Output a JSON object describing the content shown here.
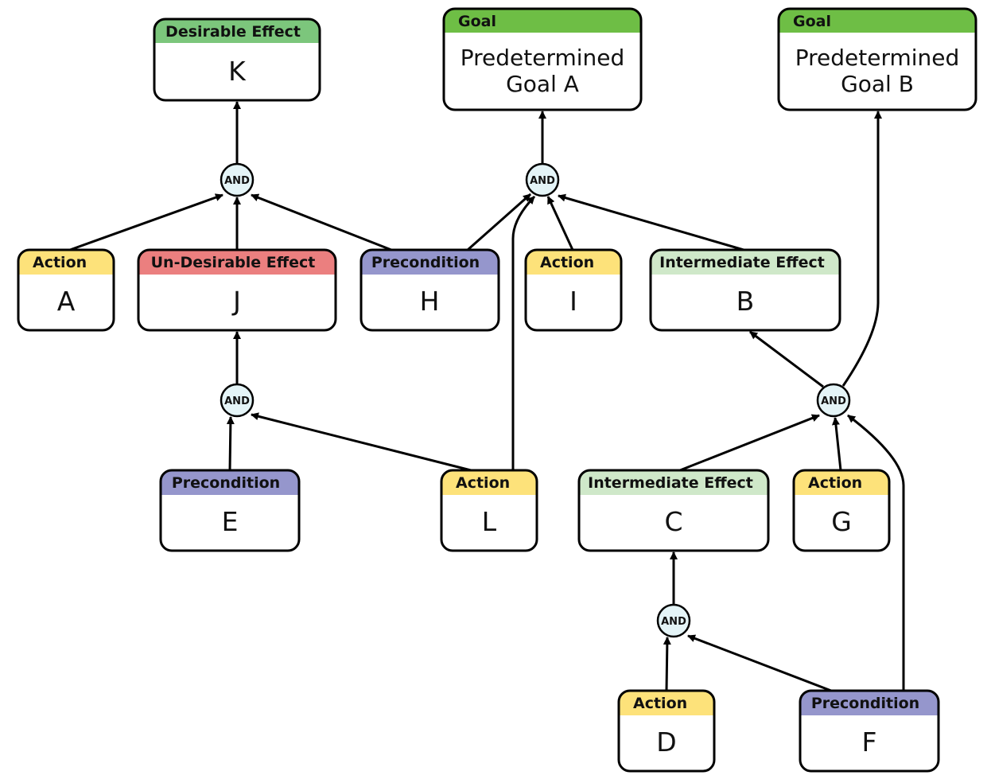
{
  "and_label": "AND",
  "colors": {
    "action": "#fde27a",
    "undesirable": "#eb7f7f",
    "precondition": "#9596cc",
    "intermediate": "#cfe8c9",
    "desirable": "#7cc67c",
    "goal": "#6ebe45",
    "and_fill": "#e4f4f7"
  },
  "nodes": {
    "K": {
      "type": "Desirable Effect",
      "label": "K"
    },
    "GA": {
      "type": "Goal",
      "label_lines": [
        "Predetermined",
        "Goal A"
      ]
    },
    "GB": {
      "type": "Goal",
      "label_lines": [
        "Predetermined",
        "Goal B"
      ]
    },
    "A": {
      "type": "Action",
      "label": "A"
    },
    "J": {
      "type": "Un-Desirable Effect",
      "label": "J"
    },
    "H": {
      "type": "Precondition",
      "label": "H"
    },
    "I": {
      "type": "Action",
      "label": "I"
    },
    "B": {
      "type": "Intermediate Effect",
      "label": "B"
    },
    "E": {
      "type": "Precondition",
      "label": "E"
    },
    "L": {
      "type": "Action",
      "label": "L"
    },
    "C": {
      "type": "Intermediate Effect",
      "label": "C"
    },
    "G": {
      "type": "Action",
      "label": "G"
    },
    "D": {
      "type": "Action",
      "label": "D"
    },
    "F": {
      "type": "Precondition",
      "label": "F"
    }
  }
}
